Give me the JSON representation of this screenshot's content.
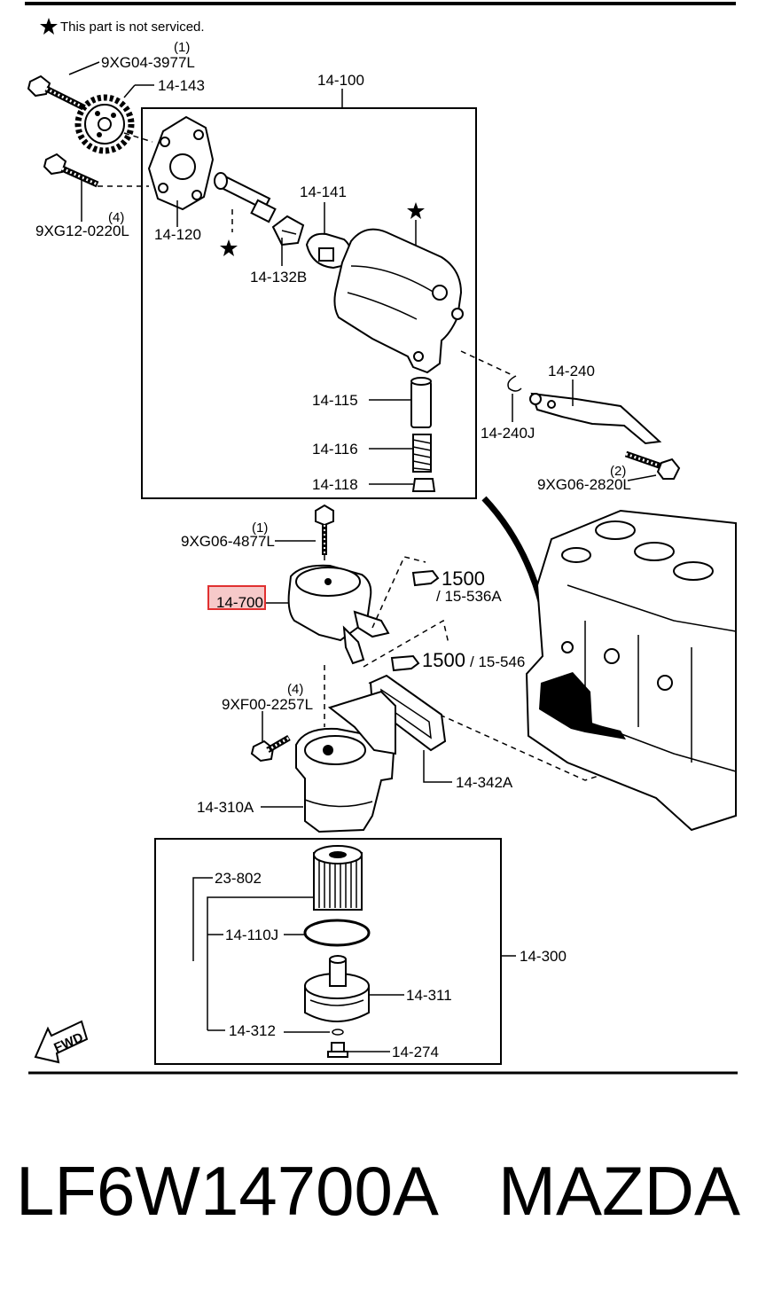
{
  "note": "This part is not serviced.",
  "labels": {
    "bolt_top": "9XG04-3977L",
    "bolt_top_qty": "(1)",
    "sprocket": "14-143",
    "pump_assy": "14-100",
    "cover": "14-120",
    "bolt_mid": "9XG12-0220L",
    "bolt_mid_qty": "(4)",
    "shaft": "14-141",
    "coupler": "14-132B",
    "plunger": "14-115",
    "spring": "14-116",
    "plug": "14-118",
    "clip": "14-240J",
    "bracket": "14-240",
    "bolt_bracket": "9XG06-2820L",
    "bolt_bracket_qty": "(2)",
    "bolt_cooler": "9XG06-4877L",
    "bolt_cooler_qty": "(1)",
    "oil_cooler": "14-700",
    "ref_a_num": "1500",
    "ref_a_sub": "/ 15-536A",
    "ref_b_num": "1500",
    "ref_b_sub": "/ 15-546",
    "bolt_base": "9XF00-2257L",
    "bolt_base_qty": "(4)",
    "gasket": "14-342A",
    "filter_body": "14-310A",
    "element": "23-802",
    "oring": "14-110J",
    "filter_assy": "14-300",
    "cap": "14-311",
    "small_oring": "14-312",
    "drain": "14-274",
    "fwd": "FWD"
  },
  "footer": {
    "part_number": "LF6W14700A",
    "brand": "MAZDA"
  },
  "highlight_color": "#e03030"
}
